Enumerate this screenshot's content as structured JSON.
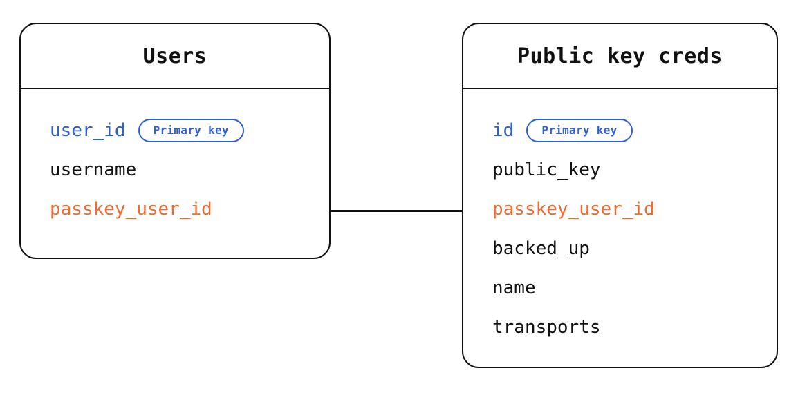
{
  "diagram": {
    "type": "entity-relationship-diagram",
    "background_color": "#ffffff",
    "colors": {
      "primary_key": "#3060d0",
      "foreign_key": "#ed6b33",
      "text": "#111111",
      "border": "#111111"
    },
    "entities": [
      {
        "id": "users",
        "title": "Users",
        "fields": [
          {
            "name": "user_id",
            "role": "pk",
            "badge": "Primary key"
          },
          {
            "name": "username",
            "role": "plain",
            "badge": null
          },
          {
            "name": "passkey_user_id",
            "role": "fk",
            "badge": null
          }
        ]
      },
      {
        "id": "public_key_creds",
        "title": "Public key creds",
        "fields": [
          {
            "name": "id",
            "role": "pk",
            "badge": "Primary key"
          },
          {
            "name": "public_key",
            "role": "plain",
            "badge": null
          },
          {
            "name": "passkey_user_id",
            "role": "fk",
            "badge": null
          },
          {
            "name": "backed_up",
            "role": "plain",
            "badge": null
          },
          {
            "name": "name",
            "role": "plain",
            "badge": null
          },
          {
            "name": "transports",
            "role": "plain",
            "badge": null
          }
        ]
      }
    ],
    "relationships": [
      {
        "from": "users.passkey_user_id",
        "to": "public_key_creds.passkey_user_id",
        "style": "solid-line"
      }
    ]
  }
}
